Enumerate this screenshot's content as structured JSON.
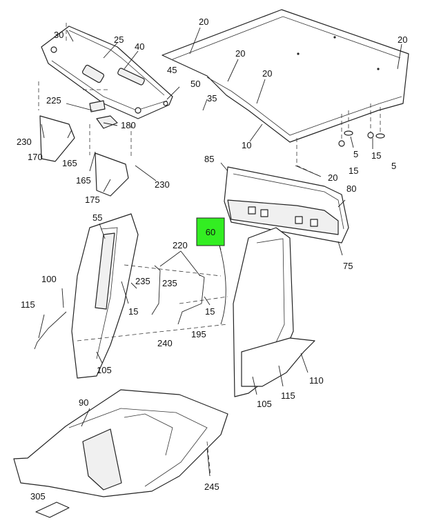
{
  "highlight": {
    "label": "60",
    "color": "#33ee22"
  },
  "callouts": {
    "c20a": "20",
    "c20b": "20",
    "c20c": "20",
    "c20d": "20",
    "c20e": "20",
    "c30": "30",
    "c25": "25",
    "c40": "40",
    "c45": "45",
    "c50": "50",
    "c35": "35",
    "c225": "225",
    "c180": "180",
    "c230a": "230",
    "c230b": "230",
    "c170": "170",
    "c165a": "165",
    "c165b": "165",
    "c175": "175",
    "c10": "10",
    "c5a": "5",
    "c5b": "5",
    "c15a": "15",
    "c15b": "15",
    "c85": "85",
    "c80": "80",
    "c75": "75",
    "c55": "55",
    "c220": "220",
    "c235a": "235",
    "c235b": "235",
    "c15c": "15",
    "c15d": "15",
    "c100": "100",
    "c115a": "115",
    "c240": "240",
    "c195": "195",
    "c105a": "105",
    "c105b": "105",
    "c110": "110",
    "c115b": "115",
    "c90": "90",
    "c245": "245",
    "c305": "305"
  }
}
